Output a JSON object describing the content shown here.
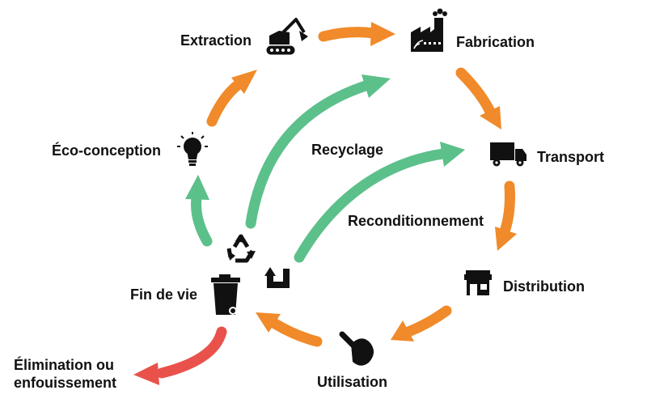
{
  "stages": {
    "extraction": "Extraction",
    "fabrication": "Fabrication",
    "transport": "Transport",
    "distribution": "Distribution",
    "utilisation": "Utilisation",
    "fin_de_vie": "Fin de vie",
    "eco_conception": "Éco-conception",
    "elimination_line1": "Élimination ou",
    "elimination_line2": "enfouissement"
  },
  "loops": {
    "recycling": "Recyclage",
    "refurbishing": "Reconditionnement"
  },
  "icons": [
    "excavator-icon",
    "factory-icon",
    "truck-icon",
    "shop-icon",
    "hand-pointer-icon",
    "trash-bin-icon",
    "lightbulb-icon",
    "recycle-icon",
    "return-arrow-icon"
  ],
  "colors": {
    "linear_flow": "#f08a2a",
    "circular_loop": "#5cc08a",
    "disposal": "#e9524b",
    "icon": "#111111",
    "text": "#111111"
  }
}
